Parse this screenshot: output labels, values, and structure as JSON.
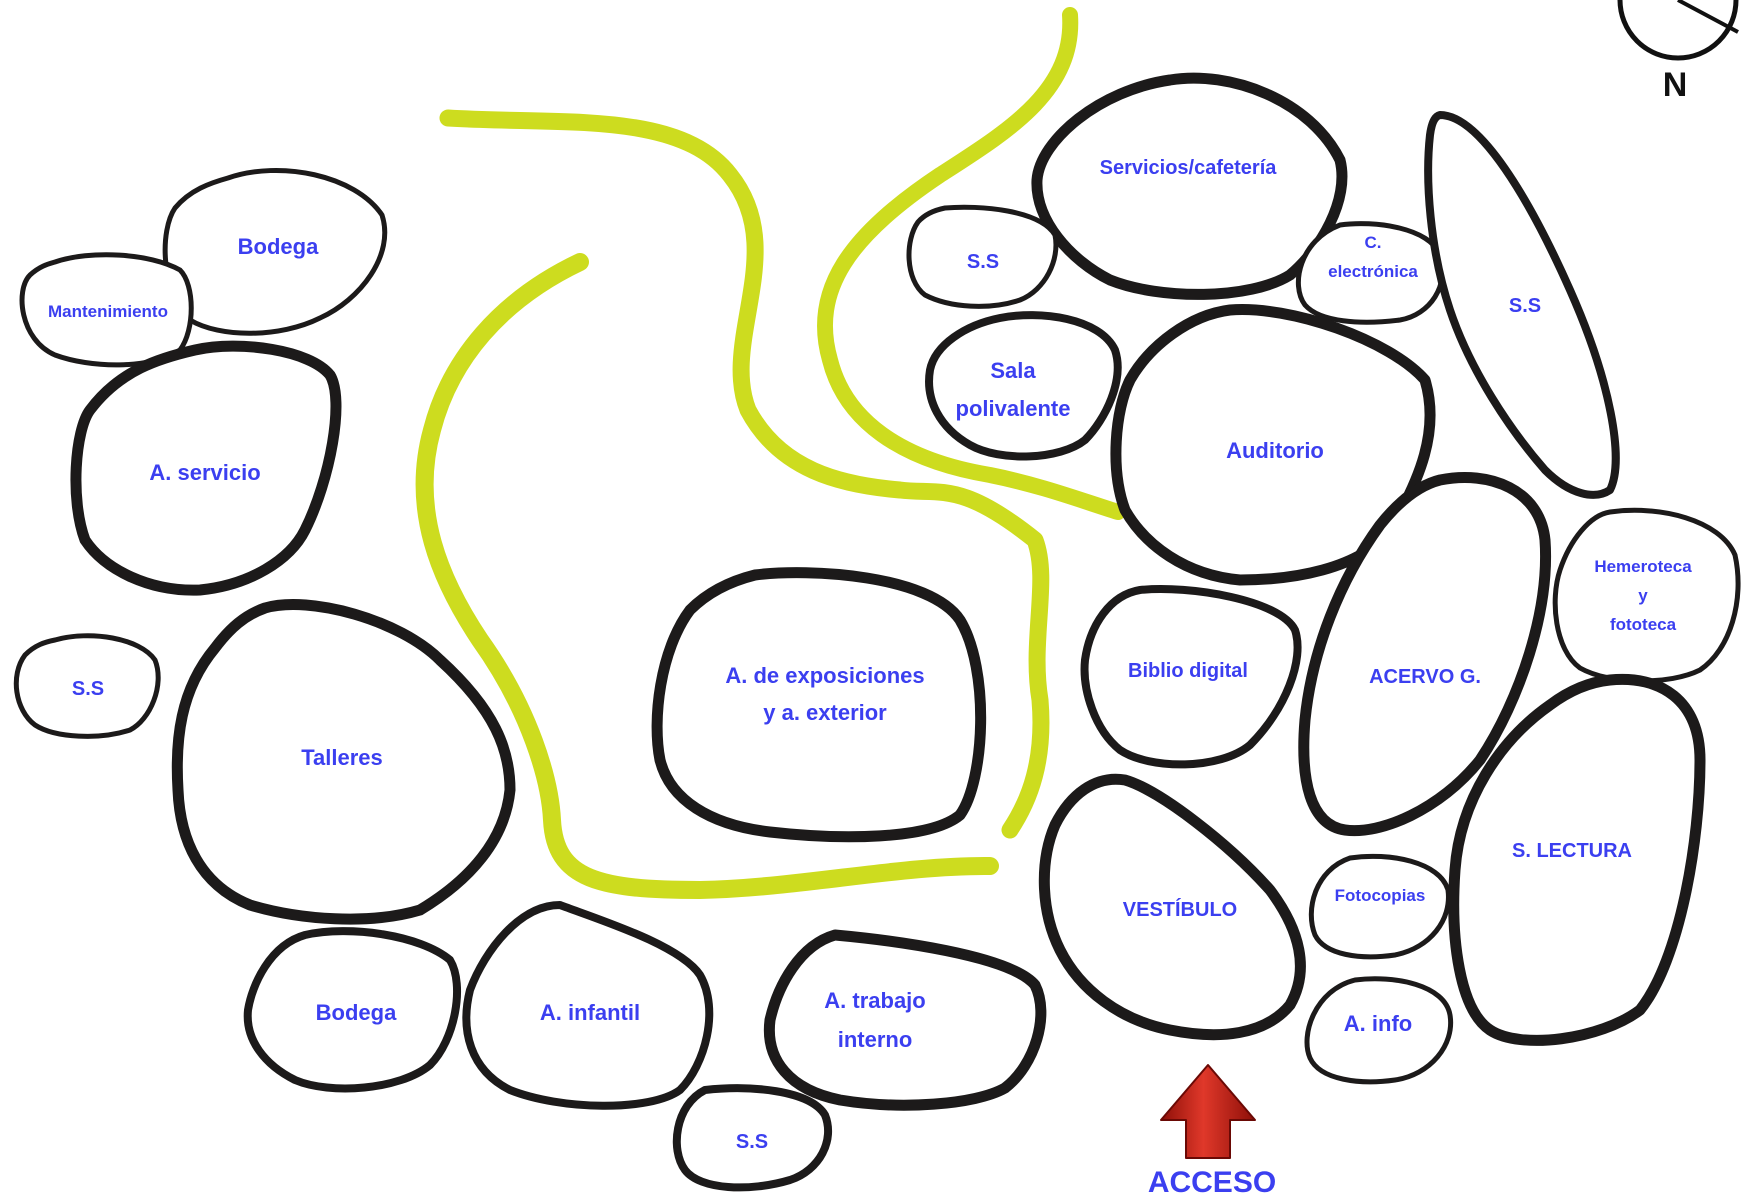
{
  "zones": {
    "bodega_top": "Bodega",
    "mantenimiento": "Mantenimiento",
    "a_servicio": "A. servicio",
    "ss_left": "S.S",
    "talleres": "Talleres",
    "bodega_bottom": "Bodega",
    "a_infantil": "A. infantil",
    "a_trabajo_interno": [
      "A. trabajo",
      "interno"
    ],
    "ss_bottom": "S.S",
    "a_exposiciones": [
      "A. de exposiciones",
      "y a. exterior"
    ],
    "servicios_cafeteria": "Servicios/cafetería",
    "ss_top_middle": "S.S",
    "c_electronica": [
      "C.",
      "electrónica"
    ],
    "ss_right_tall": "S.S",
    "sala_polivalente": [
      "Sala",
      "polivalente"
    ],
    "auditorio": "Auditorio",
    "hemeroteca": [
      "Hemeroteca",
      "y",
      "fototeca"
    ],
    "biblio_digital": "Biblio digital",
    "acervo_g": "ACERVO G.",
    "s_lectura": "S. LECTURA",
    "vestibulo": "VESTÍBULO",
    "fotocopias": "Fotocopias",
    "a_info": "A. info"
  },
  "compass": {
    "label": "N"
  },
  "entrance": {
    "label": "ACCESO"
  },
  "colors": {
    "label": "#3b3ff0",
    "outline": "#1c1a1a",
    "path": "#cddc1f",
    "arrow": "#d42418"
  }
}
